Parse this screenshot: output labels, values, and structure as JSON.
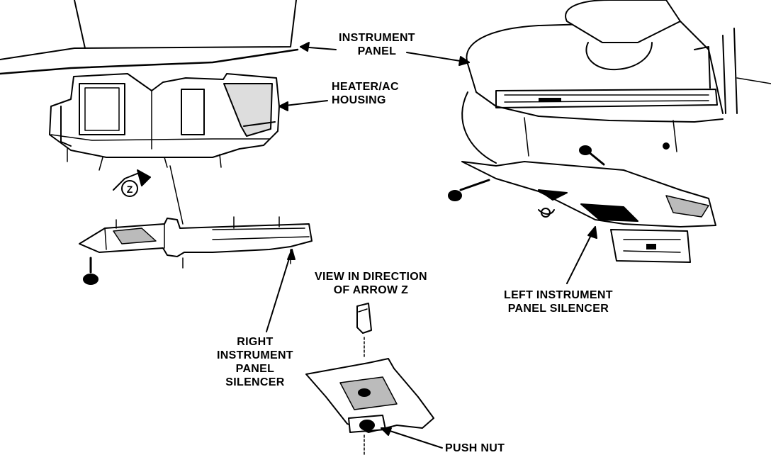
{
  "labels": {
    "instrument_panel": [
      "INSTRUMENT",
      "PANEL"
    ],
    "heater_ac_housing": [
      "HEATER/AC",
      "HOUSING"
    ],
    "view_arrow_z": [
      "VIEW IN DIRECTION",
      "OF ARROW Z"
    ],
    "right_silencer": [
      "RIGHT",
      "INSTRUMENT",
      "PANEL",
      "SILENCER"
    ],
    "left_silencer": [
      "LEFT INSTRUMENT",
      "PANEL SILENCER"
    ],
    "push_nut": "PUSH NUT",
    "arrow_z_marker": "Z"
  },
  "colors": {
    "ink": "#000000",
    "paper": "#ffffff",
    "shade": "#555555"
  },
  "icons": [
    "screw-icon",
    "push-nut-icon",
    "arrow-z-icon"
  ]
}
